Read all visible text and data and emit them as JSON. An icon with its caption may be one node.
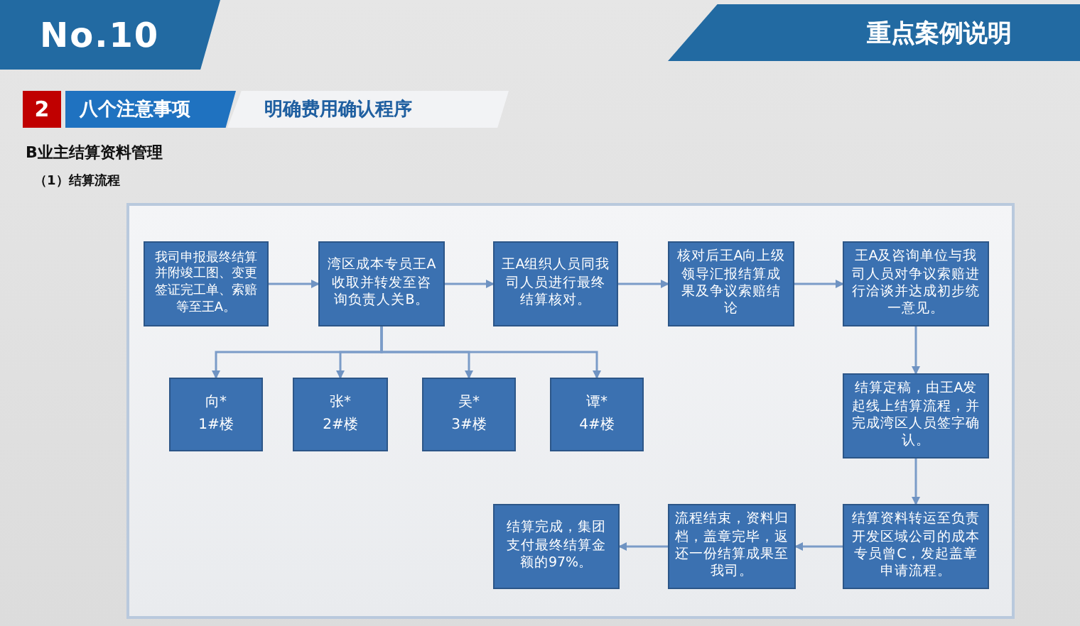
{
  "diagram": {
    "nodes": [
      {
        "text": [
          "我司申报最终结算并附竣工图、变更签证完工单、索赔等至王A。"
        ]
      },
      {
        "text": [
          "湾区成本专员王A收取并转发至咨询负责人关B。"
        ]
      },
      {
        "text": [
          "王A组织人员同我司人员进行最终结算核对。"
        ]
      },
      {
        "text": [
          "核对后王A向上级领导汇报结算成果及争议索赔结论"
        ]
      },
      {
        "text": [
          "王A及咨询单位与我司人员对争议索赔进行洽谈并达成初步统一意见。"
        ]
      },
      {
        "text": [
          "向* 1#楼"
        ]
      },
      {
        "text": [
          "张* 2#楼"
        ]
      },
      {
        "text": [
          "吴* 3#楼"
        ]
      },
      {
        "text": [
          "谭* 4#楼"
        ]
      },
      {
        "text": [
          "结算定稿，由王A发起线上结算流程，并完成湾区人员签字确认。"
        ]
      },
      {
        "text": [
          "结算资料转运至负责开发区域公司的成本专员曾C，发起盖章申请流程。"
        ]
      },
      {
        "text": [
          "流程结束，资料归档，盖章完毕，返还一份结算成果至我司。"
        ]
      },
      {
        "text": [
          "结算完成，集团支付最终结算金额的97%。"
        ]
      }
    ],
    "edges": [
      {
        "from": 0,
        "to": 1,
        "arrow": "to"
      },
      {
        "from": 1,
        "to": 2,
        "arrow": "to"
      },
      {
        "from": 2,
        "to": 3,
        "arrow": "to"
      },
      {
        "from": 3,
        "to": 4,
        "arrow": "to"
      },
      {
        "from": 1,
        "to": 5,
        "arrow": "to"
      },
      {
        "from": 1,
        "to": 6,
        "arrow": "to"
      },
      {
        "from": 1,
        "to": 7,
        "arrow": "to"
      },
      {
        "from": 1,
        "to": 8,
        "arrow": "to"
      },
      {
        "from": 4,
        "to": 9,
        "arrow": "to"
      },
      {
        "from": 9,
        "to": 10,
        "arrow": "to"
      },
      {
        "from": 10,
        "to": 11,
        "arrow": "to"
      },
      {
        "from": 11,
        "to": 12,
        "arrow": "to"
      }
    ],
    "labels": [
      "No.10",
      "重点案例说明",
      "2",
      "八个注意事项",
      "明确费用确认程序",
      "B业主结算资料管理",
      "（1）结算流程"
    ]
  }
}
